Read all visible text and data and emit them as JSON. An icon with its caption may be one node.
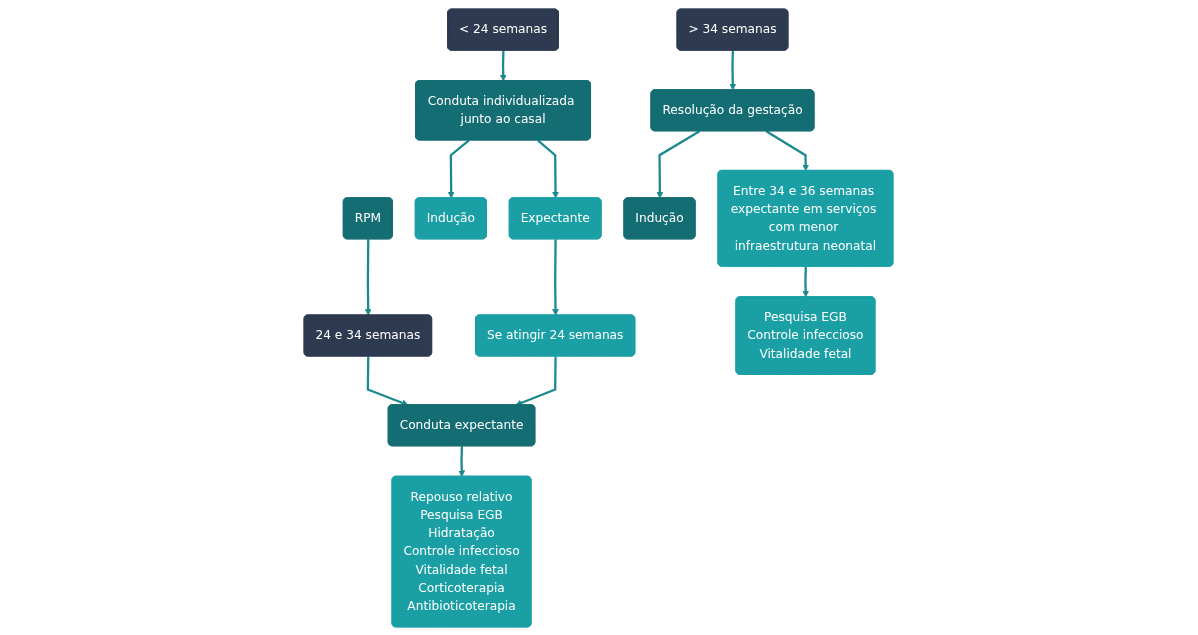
{
  "diagram": {
    "nodes": [
      {
        "text": [
          "RPM"
        ]
      },
      {
        "text": [
          "< 24 semanas"
        ]
      },
      {
        "text": [
          "24 e 34 semanas"
        ]
      },
      {
        "text": [
          "> 34 semanas"
        ]
      },
      {
        "text": [
          "Conduta individualizada junto ao casal"
        ]
      },
      {
        "text": [
          "Conduta expectante"
        ]
      },
      {
        "text": [
          "Resolução da gestação"
        ]
      },
      {
        "text": [
          "Indução"
        ]
      },
      {
        "text": [
          "Indução"
        ]
      },
      {
        "text": [
          "Expectante"
        ]
      },
      {
        "text": [
          "Repouso relativo",
          "Pesquisa EGB",
          "Hidratação",
          "Controle infeccioso",
          "Vitalidade fetal",
          "Corticoterapia",
          "Antibioticoterapia"
        ]
      },
      {
        "text": [
          "Entre 34 e 36 semanas expectante em serviços com menor infraestrutura neonatal"
        ]
      },
      {
        "text": [
          "Se atingir 24 semanas"
        ]
      },
      {
        "text": [
          "Pesquisa EGB",
          "Controle infeccioso",
          "Vitalidade fetal"
        ]
      }
    ],
    "edges": [
      {
        "from": 0,
        "to": 2,
        "arrow": "to"
      },
      {
        "from": 1,
        "to": 4,
        "arrow": "to"
      },
      {
        "from": 2,
        "to": 5,
        "arrow": "to"
      },
      {
        "from": 3,
        "to": 6,
        "arrow": "to"
      },
      {
        "from": 6,
        "to": 7,
        "arrow": "to"
      },
      {
        "from": 4,
        "to": 8,
        "arrow": "to"
      },
      {
        "from": 4,
        "to": 9,
        "arrow": "to"
      },
      {
        "from": 9,
        "to": 12,
        "arrow": "to"
      },
      {
        "from": 12,
        "to": 5,
        "arrow": "to"
      },
      {
        "from": 5,
        "to": 10,
        "arrow": "to"
      },
      {
        "from": 6,
        "to": 11,
        "arrow": "to"
      },
      {
        "from": 11,
        "to": 13,
        "arrow": "to"
      }
    ]
  }
}
